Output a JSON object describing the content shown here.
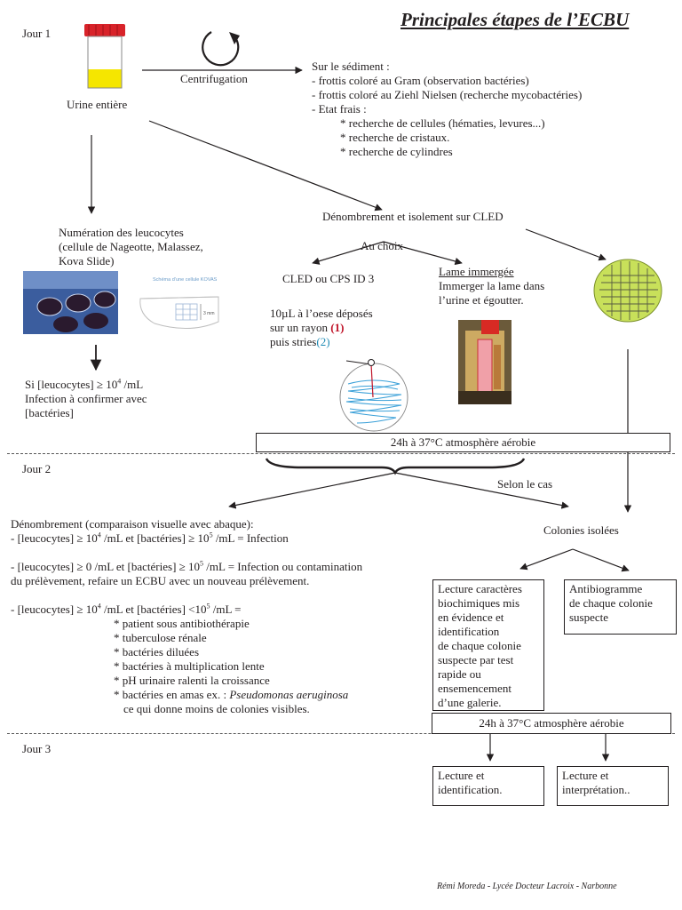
{
  "title": "Principales étapes de l’ECBU",
  "days": {
    "day1": "Jour 1",
    "day2": "Jour 2",
    "day3": "Jour 3"
  },
  "tube_label": "Urine entière",
  "centrifugation": "Centrifugation",
  "sediment": {
    "heading": "Sur le sédiment :",
    "lines": [
      "- frottis coloré au Gram (observation bactéries)",
      "- frottis coloré au Ziehl Nielsen (recherche mycobactéries)",
      "- Etat frais :"
    ],
    "sublines": [
      "* recherche de cellules (hématies, levures...)",
      "* recherche de cristaux.",
      "* recherche de cylindres"
    ]
  },
  "numeration": {
    "lines": [
      "Numération des leucocytes",
      "(cellule de Nageotte, Malassez,",
      "Kova Slide)"
    ],
    "kova_title": "Schéma d’une cellule KOVAS",
    "kova_dim": "3 mm"
  },
  "leuco_result": {
    "line1_a": "Si [leucocytes] ≥ 10",
    "line1_sup": "4",
    "line1_b": " /mL",
    "line2": "Infection à confirmer avec",
    "line3": "[bactéries]"
  },
  "cled": {
    "heading": "Dénombrement et  isolement sur CLED",
    "choice": "Au choix",
    "option1": "CLED ou CPS ID 3",
    "option2_title": "Lame immergée",
    "option2_lines": [
      "Immerger la lame dans",
      "l’urine et égoutter."
    ],
    "deposit_line1": "10µL à l’oese déposés",
    "deposit_line2_a": "sur un rayon ",
    "deposit_mark1": "(1)",
    "deposit_line3_a": "puis stries",
    "deposit_mark2": "(2)"
  },
  "incubation1": "24h à 37°C atmosphère aérobie",
  "selon": "Selon le cas",
  "denombrement": {
    "heading": "Dénombrement (comparaison visuelle avec abaque):",
    "l1_a": "- [leucocytes] ≥ 10",
    "l1_sup1": "4",
    "l1_b": " /mL et [bactéries] ≥ 10",
    "l1_sup2": "5",
    "l1_c": " /mL = Infection",
    "l2_a": "- [leucocytes] ≥ 0 /mL et [bactéries] ≥ 10",
    "l2_sup": "5",
    "l2_b": " /mL = Infection ou contamination",
    "l2_cont": "du prélèvement, refaire un ECBU avec un nouveau prélèvement.",
    "l3_a": "- [leucocytes] ≥ 10",
    "l3_sup1": "4",
    "l3_b": " /mL et [bactéries] <10",
    "l3_sup2": "5",
    "l3_c": " /mL =",
    "reasons": [
      "* patient sous antibiothérapie",
      "* tuberculose rénale",
      "* bactéries diluées",
      "* bactéries à multiplication lente",
      "* pH urinaire ralenti la croissance"
    ],
    "reason_last_a": "* bactéries en amas ex. : ",
    "reason_last_species": "Pseudomonas aeruginosa",
    "reason_last_cont": "ce qui donne moins de colonies visibles."
  },
  "colonies": "Colonies isolées",
  "lecture_box": [
    "Lecture caractères",
    "biochimiques mis",
    "en évidence et",
    "identification",
    "de chaque  colonie",
    "suspecte par test",
    "rapide ou",
    "ensemencement",
    "d’une galerie."
  ],
  "antibio_box": [
    "Antibiogramme",
    "de chaque  colonie",
    "suspecte"
  ],
  "incubation2": "24h à 37°C atmosphère aérobie",
  "final_left": [
    "Lecture et",
    "identification."
  ],
  "final_right": [
    "Lecture et",
    "interprétation.."
  ],
  "footer": "Rémi Moreda - Lycée Docteur Lacroix - Narbonne"
}
